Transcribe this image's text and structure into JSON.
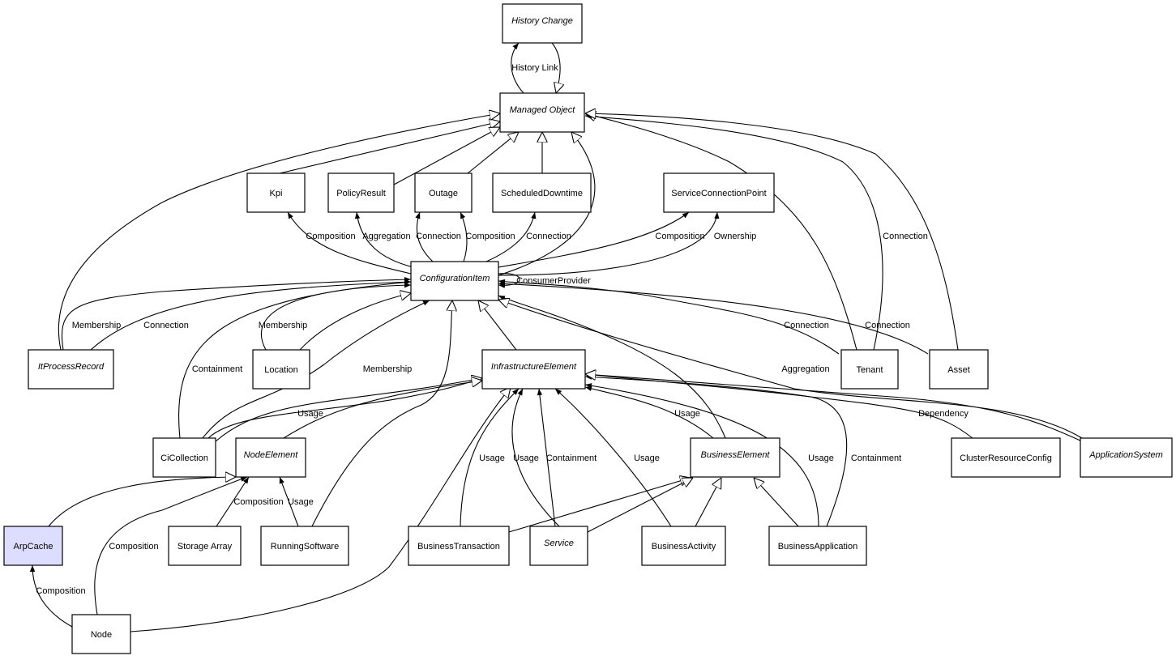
{
  "highlight_fill": "#ddddff",
  "nodes": [
    {
      "id": "HistoryChange",
      "label": "History Change",
      "italic": true
    },
    {
      "id": "ManagedObject",
      "label": "Managed Object",
      "italic": true
    },
    {
      "id": "Kpi",
      "label": "Kpi",
      "italic": false
    },
    {
      "id": "PolicyResult",
      "label": "PolicyResult",
      "italic": false
    },
    {
      "id": "Outage",
      "label": "Outage",
      "italic": false
    },
    {
      "id": "ScheduledDowntime",
      "label": "ScheduledDowntime",
      "italic": false
    },
    {
      "id": "ServiceConnectionPoint",
      "label": "ServiceConnectionPoint",
      "italic": false
    },
    {
      "id": "ConfigurationItem",
      "label": "ConfigurationItem",
      "italic": true
    },
    {
      "id": "ItProcessRecord",
      "label": "ItProcessRecord",
      "italic": true
    },
    {
      "id": "Location",
      "label": "Location",
      "italic": false
    },
    {
      "id": "InfrastructureElement",
      "label": "InfrastructureElement",
      "italic": true
    },
    {
      "id": "Tenant",
      "label": "Tenant",
      "italic": false
    },
    {
      "id": "Asset",
      "label": "Asset",
      "italic": false
    },
    {
      "id": "CiCollection",
      "label": "CiCollection",
      "italic": false
    },
    {
      "id": "NodeElement",
      "label": "NodeElement",
      "italic": true
    },
    {
      "id": "BusinessElement",
      "label": "BusinessElement",
      "italic": true
    },
    {
      "id": "ClusterResourceConfig",
      "label": "ClusterResourceConfig",
      "italic": false
    },
    {
      "id": "ApplicationSystem",
      "label": "ApplicationSystem",
      "italic": true
    },
    {
      "id": "ArpCache",
      "label": "ArpCache",
      "italic": false,
      "highlighted": true
    },
    {
      "id": "StorageArray",
      "label": "Storage Array",
      "italic": false
    },
    {
      "id": "RunningSoftware",
      "label": "RunningSoftware",
      "italic": false
    },
    {
      "id": "BusinessTransaction",
      "label": "BusinessTransaction",
      "italic": false
    },
    {
      "id": "Service",
      "label": "Service",
      "italic": true
    },
    {
      "id": "BusinessActivity",
      "label": "BusinessActivity",
      "italic": false
    },
    {
      "id": "BusinessApplication",
      "label": "BusinessApplication",
      "italic": false
    },
    {
      "id": "Node",
      "label": "Node",
      "italic": false
    }
  ],
  "edges": [
    {
      "from": "ManagedObject",
      "to": "HistoryChange",
      "label": "History Link",
      "head": "filled"
    },
    {
      "from": "HistoryChange",
      "to": "ManagedObject",
      "label": "",
      "head": "hollow"
    },
    {
      "from": "Kpi",
      "to": "ManagedObject",
      "label": "",
      "head": "hollow"
    },
    {
      "from": "PolicyResult",
      "to": "ManagedObject",
      "label": "",
      "head": "hollow"
    },
    {
      "from": "Outage",
      "to": "ManagedObject",
      "label": "",
      "head": "hollow"
    },
    {
      "from": "ScheduledDowntime",
      "to": "ManagedObject",
      "label": "",
      "head": "hollow"
    },
    {
      "from": "ConfigurationItem",
      "to": "ManagedObject",
      "label": "",
      "head": "hollow"
    },
    {
      "from": "ItProcessRecord",
      "to": "ManagedObject",
      "label": "",
      "head": "hollow"
    },
    {
      "from": "Tenant",
      "to": "ManagedObject",
      "label": "",
      "head": "hollow"
    },
    {
      "from": "Tenant",
      "to": "ManagedObject",
      "label": "Connection",
      "head": "filled"
    },
    {
      "from": "Asset",
      "to": "ManagedObject",
      "label": "",
      "head": "hollow"
    },
    {
      "from": "ConfigurationItem",
      "to": "Kpi",
      "label": "Composition",
      "head": "filled"
    },
    {
      "from": "ConfigurationItem",
      "to": "PolicyResult",
      "label": "Aggregation",
      "head": "filled"
    },
    {
      "from": "ConfigurationItem",
      "to": "Outage",
      "label": "Connection",
      "head": "filled"
    },
    {
      "from": "ConfigurationItem",
      "to": "Outage",
      "label": "Composition",
      "head": "filled"
    },
    {
      "from": "ConfigurationItem",
      "to": "ScheduledDowntime",
      "label": "Connection",
      "head": "filled"
    },
    {
      "from": "ConfigurationItem",
      "to": "ServiceConnectionPoint",
      "label": "Composition",
      "head": "filled"
    },
    {
      "from": "ConfigurationItem",
      "to": "ServiceConnectionPoint",
      "label": "Ownership",
      "head": "filled"
    },
    {
      "from": "ConfigurationItem",
      "to": "ConfigurationItem",
      "label": "ConsumerProvider",
      "head": "filled"
    },
    {
      "from": "ItProcessRecord",
      "to": "ConfigurationItem",
      "label": "Membership",
      "head": "filled"
    },
    {
      "from": "ItProcessRecord",
      "to": "ConfigurationItem",
      "label": "Connection",
      "head": "filled"
    },
    {
      "from": "Location",
      "to": "ConfigurationItem",
      "label": "Membership",
      "head": "filled"
    },
    {
      "from": "Location",
      "to": "ConfigurationItem",
      "label": "",
      "head": "hollow"
    },
    {
      "from": "CiCollection",
      "to": "ConfigurationItem",
      "label": "Containment",
      "head": "filled"
    },
    {
      "from": "CiCollection",
      "to": "ConfigurationItem",
      "label": "Membership",
      "head": "filled"
    },
    {
      "from": "RunningSoftware",
      "to": "ConfigurationItem",
      "label": "",
      "head": "hollow"
    },
    {
      "from": "InfrastructureElement",
      "to": "ConfigurationItem",
      "label": "",
      "head": "hollow"
    },
    {
      "from": "Tenant",
      "to": "ConfigurationItem",
      "label": "Connection",
      "head": "filled"
    },
    {
      "from": "Asset",
      "to": "ConfigurationItem",
      "label": "Connection",
      "head": "filled"
    },
    {
      "from": "BusinessElement",
      "to": "ConfigurationItem",
      "label": "Aggregation",
      "head": "filled"
    },
    {
      "from": "ApplicationSystem",
      "to": "ConfigurationItem",
      "label": "",
      "head": "hollow"
    },
    {
      "from": "CiCollection",
      "to": "InfrastructureElement",
      "label": "Usage",
      "head": "filled"
    },
    {
      "from": "CiCollection",
      "to": "InfrastructureElement",
      "label": "",
      "head": "hollow"
    },
    {
      "from": "NodeElement",
      "to": "InfrastructureElement",
      "label": "",
      "head": "hollow"
    },
    {
      "from": "Node",
      "to": "InfrastructureElement",
      "label": "",
      "head": "hollow"
    },
    {
      "from": "BusinessTransaction",
      "to": "InfrastructureElement",
      "label": "Usage",
      "head": "filled"
    },
    {
      "from": "Service",
      "to": "InfrastructureElement",
      "label": "Usage",
      "head": "filled"
    },
    {
      "from": "Service",
      "to": "InfrastructureElement",
      "label": "Containment",
      "head": "filled"
    },
    {
      "from": "BusinessActivity",
      "to": "InfrastructureElement",
      "label": "Usage",
      "head": "filled"
    },
    {
      "from": "BusinessElement",
      "to": "InfrastructureElement",
      "label": "Usage",
      "head": "filled"
    },
    {
      "from": "BusinessApplication",
      "to": "InfrastructureElement",
      "label": "Usage",
      "head": "filled"
    },
    {
      "from": "BusinessApplication",
      "to": "InfrastructureElement",
      "label": "Containment",
      "head": "filled"
    },
    {
      "from": "ClusterResourceConfig",
      "to": "InfrastructureElement",
      "label": "Dependency",
      "head": "filled"
    },
    {
      "from": "ApplicationSystem",
      "to": "InfrastructureElement",
      "label": "",
      "head": "hollow"
    },
    {
      "from": "BusinessTransaction",
      "to": "BusinessElement",
      "label": "",
      "head": "hollow"
    },
    {
      "from": "Service",
      "to": "BusinessElement",
      "label": "",
      "head": "hollow"
    },
    {
      "from": "BusinessActivity",
      "to": "BusinessElement",
      "label": "",
      "head": "hollow"
    },
    {
      "from": "BusinessApplication",
      "to": "BusinessElement",
      "label": "",
      "head": "hollow"
    },
    {
      "from": "ArpCache",
      "to": "NodeElement",
      "label": "",
      "head": "hollow"
    },
    {
      "from": "Node",
      "to": "NodeElement",
      "label": "Composition",
      "head": "filled"
    },
    {
      "from": "StorageArray",
      "to": "NodeElement",
      "label": "Composition",
      "head": "filled"
    },
    {
      "from": "RunningSoftware",
      "to": "NodeElement",
      "label": "Usage",
      "head": "filled"
    },
    {
      "from": "Node",
      "to": "ArpCache",
      "label": "Composition",
      "head": "filled"
    }
  ]
}
